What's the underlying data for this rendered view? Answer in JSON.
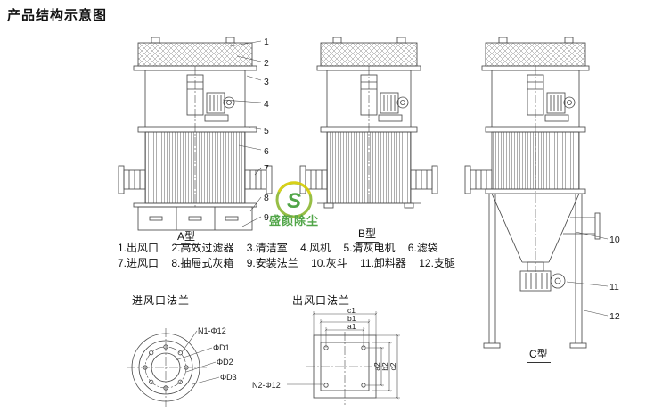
{
  "title": "产品结构示意图",
  "types": {
    "a": "A型",
    "b": "B型",
    "c": "C型"
  },
  "callouts": [
    "1",
    "2",
    "3",
    "4",
    "5",
    "6",
    "7",
    "8",
    "9",
    "10",
    "11",
    "12"
  ],
  "legend": {
    "row1": [
      "1.出风口",
      "2.高效过滤器",
      "3.清洁室",
      "4.风机",
      "5.清灰电机",
      "6.滤袋"
    ],
    "row2": [
      "7.进风口",
      "8.抽屉式灰箱",
      "9.安装法兰",
      "10.灰斗",
      "11.卸料器",
      "12.支腿"
    ]
  },
  "inlet_flange": {
    "title": "进风口法兰",
    "bolt_label": "N1-Φ12",
    "d1": "ΦD1",
    "d2": "ΦD2",
    "d3": "ΦD3"
  },
  "outlet_flange": {
    "title": "出风口法兰",
    "bolt_label": "N2-Φ12",
    "top_dims": [
      "c1",
      "b1",
      "a1"
    ],
    "right_dims": [
      "a2",
      "b2",
      "c2"
    ]
  },
  "watermark": {
    "logo_letter": "S",
    "text": "盛颜除尘"
  },
  "colors": {
    "line": "#4a4a4a",
    "text": "#1a1a1a",
    "watermark_green": "#3f9c35",
    "watermark_yellow": "#d4cc00"
  }
}
